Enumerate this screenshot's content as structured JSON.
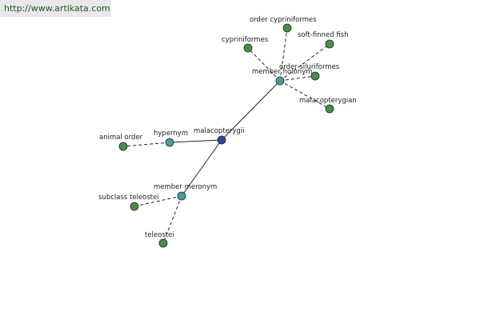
{
  "source_url": "http://www.artikata.com",
  "colors": {
    "root": "#3b3fa0",
    "relation": "#4a9aa0",
    "leaf": "#4d8a4d"
  },
  "nodes": [
    {
      "id": "malacopterygii",
      "label": "malacopterygii",
      "kind": "root"
    },
    {
      "id": "member-holonym",
      "label": "member holonym",
      "kind": "relation"
    },
    {
      "id": "hypernym",
      "label": "hypernym",
      "kind": "relation"
    },
    {
      "id": "member-meronym",
      "label": "member meronym",
      "kind": "relation"
    },
    {
      "id": "order-cypriniformes",
      "label": "order cypriniformes",
      "kind": "leaf"
    },
    {
      "id": "cypriniformes",
      "label": "cypriniformes",
      "kind": "leaf"
    },
    {
      "id": "soft-finned-fish",
      "label": "soft-finned fish",
      "kind": "leaf"
    },
    {
      "id": "order-siluriformes",
      "label": "order siluriformes",
      "kind": "leaf"
    },
    {
      "id": "malacopterygian",
      "label": "malacopterygian",
      "kind": "leaf"
    },
    {
      "id": "animal-order",
      "label": "animal order",
      "kind": "leaf"
    },
    {
      "id": "subclass-teleostei",
      "label": "subclass teleostei",
      "kind": "leaf"
    },
    {
      "id": "teleostei",
      "label": "teleostei",
      "kind": "leaf"
    }
  ],
  "edges": [
    {
      "from": "malacopterygii",
      "to": "member-holonym",
      "style": "solid"
    },
    {
      "from": "malacopterygii",
      "to": "hypernym",
      "style": "solid"
    },
    {
      "from": "malacopterygii",
      "to": "member-meronym",
      "style": "solid"
    },
    {
      "from": "member-holonym",
      "to": "order-cypriniformes",
      "style": "dashed"
    },
    {
      "from": "member-holonym",
      "to": "cypriniformes",
      "style": "dashed"
    },
    {
      "from": "member-holonym",
      "to": "soft-finned-fish",
      "style": "dashed"
    },
    {
      "from": "member-holonym",
      "to": "order-siluriformes",
      "style": "dashed"
    },
    {
      "from": "member-holonym",
      "to": "malacopterygian",
      "style": "dashed"
    },
    {
      "from": "hypernym",
      "to": "animal-order",
      "style": "dashed"
    },
    {
      "from": "member-meronym",
      "to": "subclass-teleostei",
      "style": "dashed"
    },
    {
      "from": "member-meronym",
      "to": "teleostei",
      "style": "dashed"
    }
  ]
}
